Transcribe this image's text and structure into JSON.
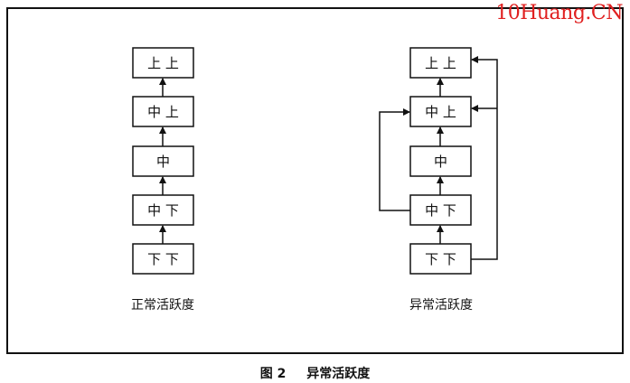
{
  "watermark": "10Huang.CN",
  "figure_caption": {
    "number": "图 2",
    "title": "异常活跃度"
  },
  "left_diagram": {
    "caption": "正常活跃度",
    "boxes": [
      "上 上",
      "中 上",
      "中",
      "中 下",
      "下 下"
    ]
  },
  "right_diagram": {
    "caption": "异常活跃度",
    "boxes": [
      "上 上",
      "中 上",
      "中",
      "中 下",
      "下 下"
    ],
    "connections": [
      {
        "from": "下 下",
        "to": "上 上"
      },
      {
        "from": "下 下",
        "to": "中 上"
      },
      {
        "from": "中 下",
        "to": "中 上"
      }
    ]
  }
}
